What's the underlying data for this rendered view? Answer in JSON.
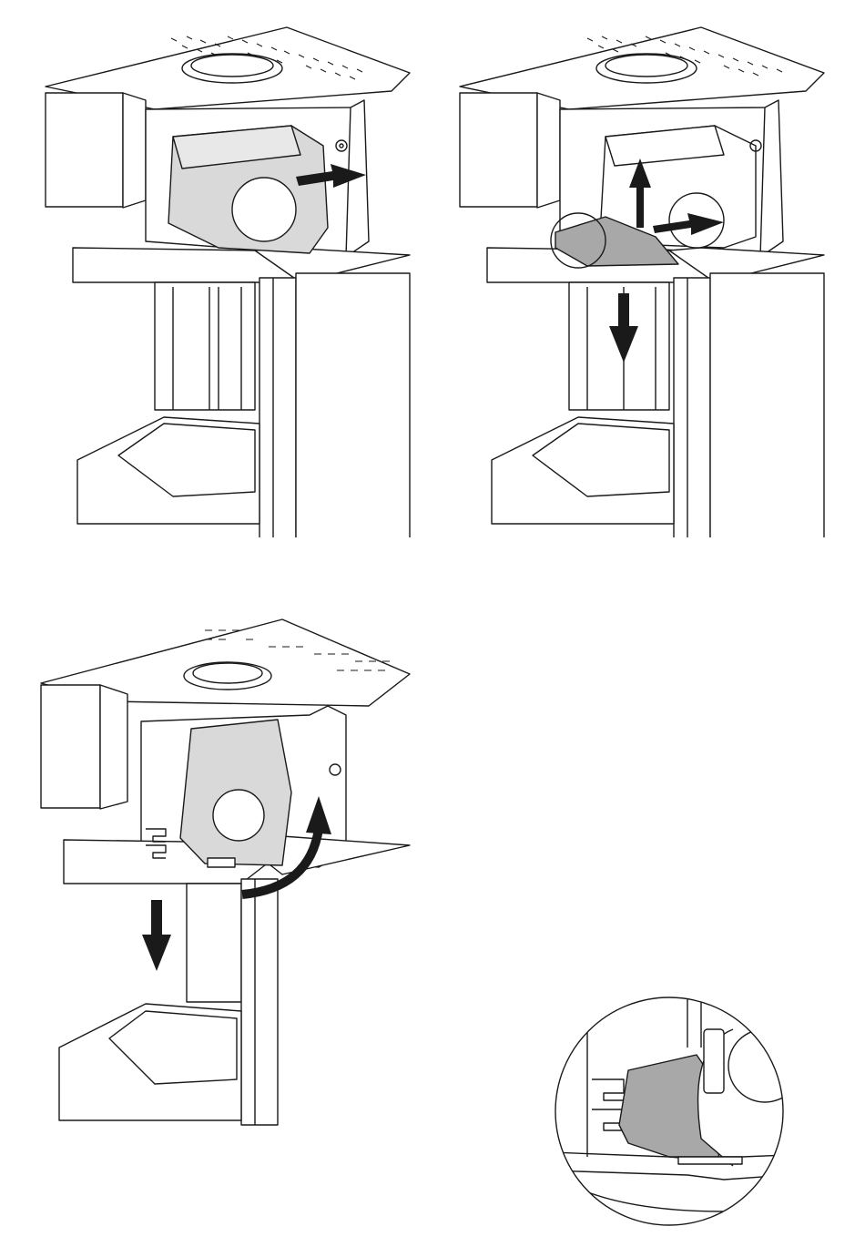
{
  "figure": {
    "panel_count": 4,
    "colors": {
      "line": "#1a1a1a",
      "background": "#ffffff",
      "baffle_light": "#d9d9d9",
      "baffle_dark": "#a8a8a8",
      "arrow": "#1a1a1a"
    }
  },
  "panels": [
    {
      "id": "step-1",
      "icons": [
        "right-arrow-icon"
      ]
    },
    {
      "id": "step-2",
      "icons": [
        "up-arrow-icon",
        "right-arrow-icon",
        "down-arrow-icon",
        "detail-circle-icon"
      ]
    },
    {
      "id": "step-3",
      "icons": [
        "down-arrow-icon",
        "curved-arrow-icon"
      ]
    },
    {
      "id": "detail",
      "icons": []
    }
  ]
}
